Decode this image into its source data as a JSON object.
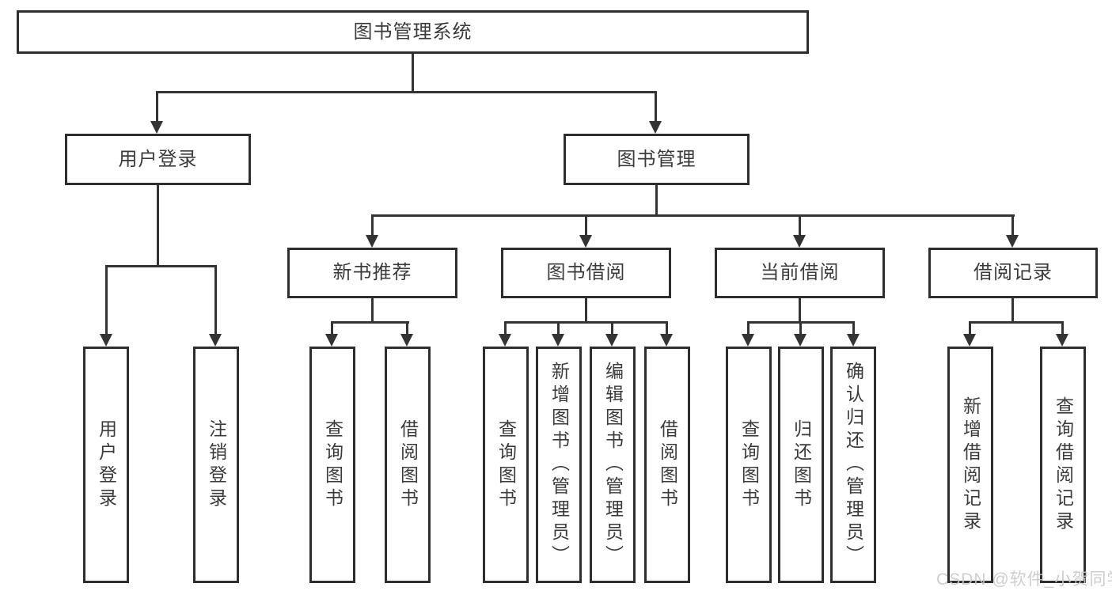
{
  "diagram": {
    "root": {
      "label": "图书管理系统"
    },
    "branches": [
      {
        "label": "用户登录",
        "children": [
          {
            "label": "用户登录"
          },
          {
            "label": "注销登录"
          }
        ]
      },
      {
        "label": "图书管理",
        "sections": [
          {
            "label": "新书推荐",
            "children": [
              {
                "label": "查询图书"
              },
              {
                "label": "借阅图书"
              }
            ]
          },
          {
            "label": "图书借阅",
            "children": [
              {
                "label": "查询图书"
              },
              {
                "label": "新增图书（管理员）"
              },
              {
                "label": "编辑图书（管理员）"
              },
              {
                "label": "借阅图书"
              }
            ]
          },
          {
            "label": "当前借阅",
            "children": [
              {
                "label": "查询图书"
              },
              {
                "label": "归还图书"
              },
              {
                "label": "确认归还（管理员）"
              }
            ]
          },
          {
            "label": "借阅记录",
            "children": [
              {
                "label": "新增借阅记录"
              },
              {
                "label": "查询借阅记录"
              }
            ]
          }
        ]
      }
    ],
    "watermark": "CSDN @软件_小贺同学",
    "colors": {
      "line": "#333333",
      "border": "#2e2e2e",
      "text": "#3b3b3b",
      "background": "#ffffff",
      "watermark": "#c9c9c9"
    }
  }
}
